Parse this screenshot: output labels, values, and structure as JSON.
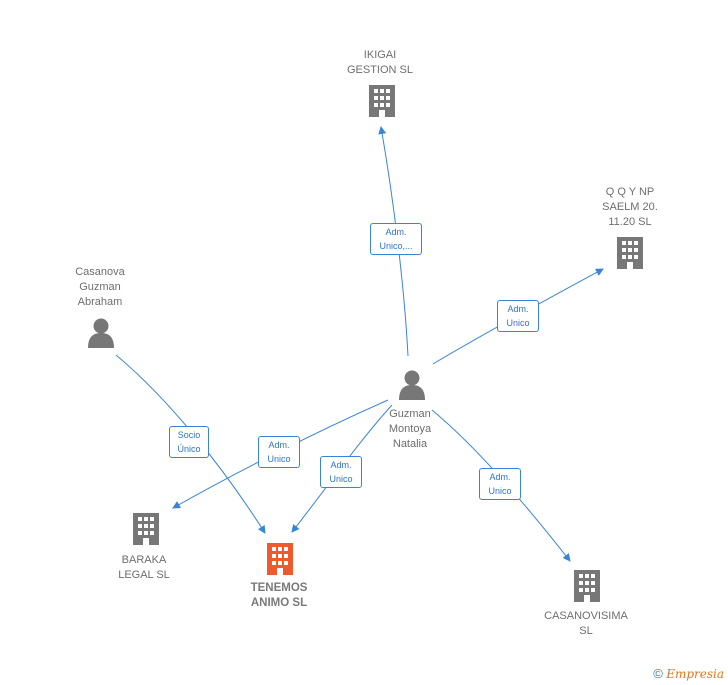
{
  "nodes": {
    "ikigai": {
      "label": "IKIGAI\nGESTION SL",
      "kind": "company"
    },
    "qqynp": {
      "label": "Q Q Y NP\nSAELM 20.\n11.20 SL",
      "kind": "company"
    },
    "casanova": {
      "label": "Casanova\nGuzman\nAbraham",
      "kind": "person"
    },
    "guzman": {
      "label": "Guzman\nMontoya\nNatalia",
      "kind": "person"
    },
    "baraka": {
      "label": "BARAKA\nLEGAL SL",
      "kind": "company"
    },
    "tenemos": {
      "label": "TENEMOS\nANIMO SL",
      "kind": "company-main"
    },
    "casanovisima": {
      "label": "CASANOVISIMA\nSL",
      "kind": "company"
    }
  },
  "edges": {
    "ikigai": "Adm.\nUnico,...",
    "qqynp": "Adm.\nUnico",
    "socio": "Socio\nÚnico",
    "baraka": "Adm.\nUnico",
    "tenemos": "Adm.\nUnico",
    "casanovisima": "Adm.\nUnico"
  },
  "colors": {
    "edge": "#3a84d6",
    "node": "#777777",
    "main": "#ee5a2b"
  },
  "watermark": {
    "symbol": "©",
    "brand": "Empresia"
  }
}
